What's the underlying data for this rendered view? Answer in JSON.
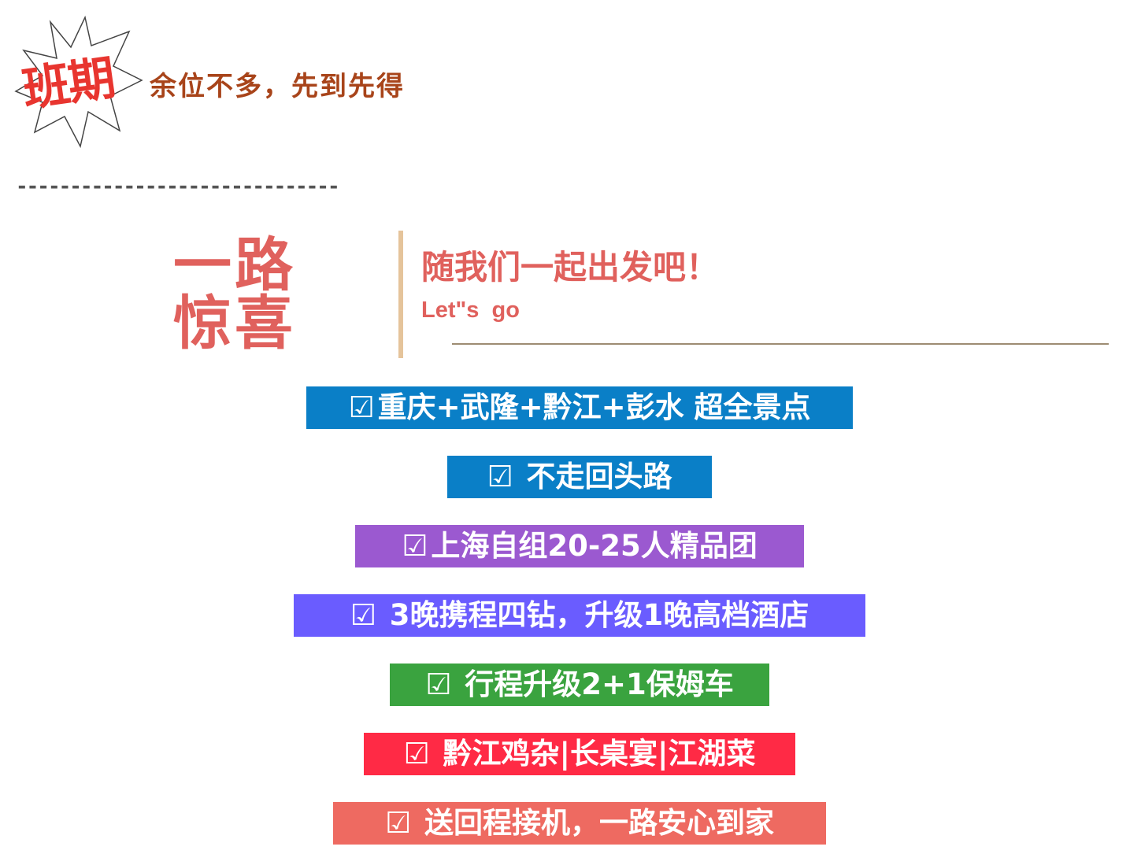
{
  "header": {
    "badge_text": "班期",
    "tagline": "余位不多，先到先得",
    "divider": "------------------------------"
  },
  "hero": {
    "title": "一路惊喜",
    "subtitle": "随我们一起出发吧！",
    "subtitle_en": "Let\"s  go"
  },
  "features": {
    "check_symbol": "☑",
    "items": [
      {
        "text": "重庆+武隆+黔江+彭水 超全景点",
        "color": "#0a7fc7"
      },
      {
        "text": "不走回头路",
        "color": "#0a7fc7"
      },
      {
        "text": "上海自组20-25人精品团",
        "color": "#9b59d0"
      },
      {
        "text": "3晚携程四钻，升级1晚高档酒店",
        "color": "#6a5cff"
      },
      {
        "text": "行程升级2+1保姆车",
        "color": "#3aa33f"
      },
      {
        "text": "黔江鸡杂|长桌宴|江湖菜",
        "color": "#ff2a45"
      },
      {
        "text": "送回程接机，一路安心到家",
        "color": "#ee6a61"
      }
    ]
  },
  "colors": {
    "accent_red": "#e0615d",
    "tagline_brown": "#a8441a",
    "badge_red": "#e8352f",
    "bar_beige": "#e5c49b"
  }
}
